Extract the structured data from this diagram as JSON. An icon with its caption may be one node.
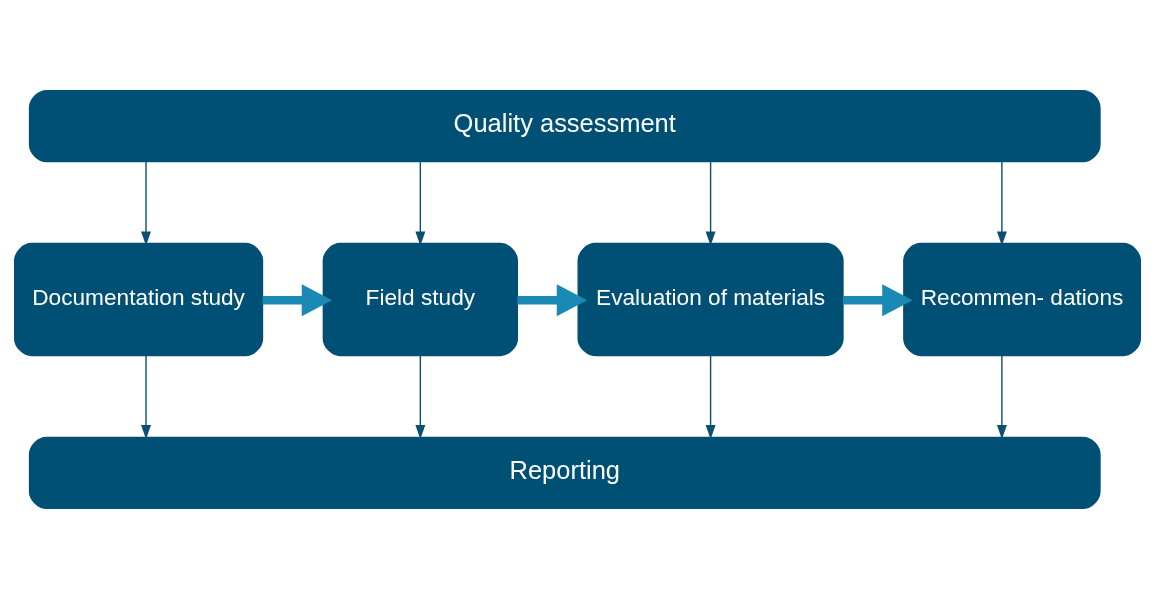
{
  "diagram": {
    "nodes": [
      {
        "text": [
          "Quality assessment"
        ]
      },
      {
        "text": [
          "Documentation study"
        ]
      },
      {
        "text": [
          "Field study"
        ]
      },
      {
        "text": [
          "Evaluation of materials"
        ]
      },
      {
        "text": [
          "Recommen- dations"
        ]
      },
      {
        "text": [
          "Reporting"
        ]
      }
    ],
    "edges": [
      {
        "from": 0,
        "to": 1,
        "arrow": "to"
      },
      {
        "from": 0,
        "to": 2,
        "arrow": "to"
      },
      {
        "from": 0,
        "to": 3,
        "arrow": "to"
      },
      {
        "from": 0,
        "to": 4,
        "arrow": "to"
      },
      {
        "from": 1,
        "to": 2,
        "arrow": "to",
        "style": "thick",
        "color": "#1a8ab5"
      },
      {
        "from": 2,
        "to": 3,
        "arrow": "to",
        "style": "thick",
        "color": "#1a8ab5"
      },
      {
        "from": 3,
        "to": 4,
        "arrow": "to",
        "style": "thick",
        "color": "#1a8ab5"
      },
      {
        "from": 1,
        "to": 5,
        "arrow": "to"
      },
      {
        "from": 2,
        "to": 5,
        "arrow": "to"
      },
      {
        "from": 3,
        "to": 5,
        "arrow": "to"
      },
      {
        "from": 4,
        "to": 5,
        "arrow": "to"
      }
    ]
  }
}
